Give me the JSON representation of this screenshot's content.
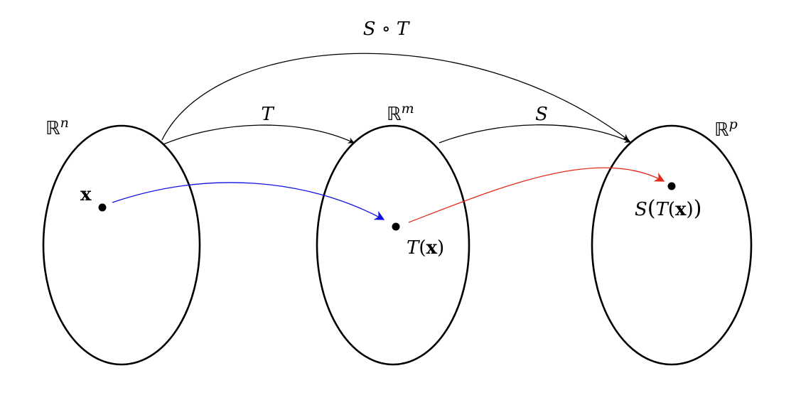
{
  "labels": {
    "composite": "S ∘ T",
    "map_t": "T",
    "map_s": "S",
    "space_n": {
      "base": "ℝ",
      "sup": "n"
    },
    "space_m": {
      "base": "ℝ",
      "sup": "m"
    },
    "space_p": {
      "base": "ℝ",
      "sup": "p"
    },
    "point_x": "x",
    "point_tx": {
      "fn": "T",
      "lp": "(",
      "arg": "x",
      "rp": ")"
    },
    "point_stx": {
      "fn": "S",
      "lp": "(",
      "inner_fn": "T",
      "inner_lp": "(",
      "arg": "x",
      "inner_rp": ")",
      "rp": ")"
    }
  },
  "colors": {
    "outline": "#000000",
    "map_t_arrow": "#1010e0",
    "map_s_arrow": "#e02a1a"
  }
}
